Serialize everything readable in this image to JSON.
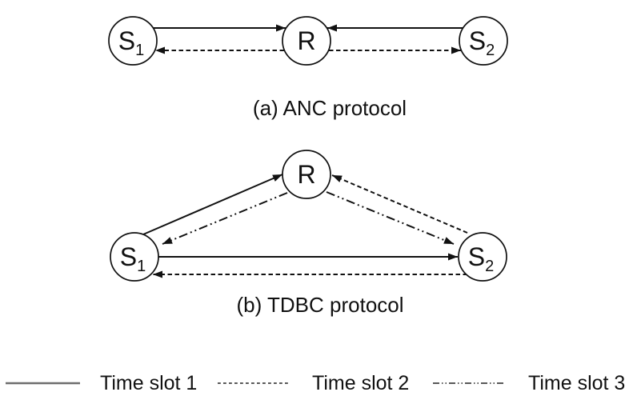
{
  "colors": {
    "ink": "#111111",
    "legend_rule": "#6e6e6e",
    "background": "#ffffff"
  },
  "figure_a": {
    "caption": "(a) ANC protocol",
    "nodes": {
      "s1": {
        "main": "S",
        "sub": "1"
      },
      "r": {
        "main": "R"
      },
      "s2": {
        "main": "S",
        "sub": "2"
      }
    },
    "links": [
      {
        "from": "S1",
        "to": "R",
        "time_slot": 1,
        "style": "solid"
      },
      {
        "from": "S2",
        "to": "R",
        "time_slot": 1,
        "style": "solid"
      },
      {
        "from": "R",
        "to": "S1",
        "time_slot": 2,
        "style": "dashed"
      },
      {
        "from": "R",
        "to": "S2",
        "time_slot": 2,
        "style": "dashed"
      }
    ]
  },
  "figure_b": {
    "caption": "(b) TDBC protocol",
    "nodes": {
      "s1": {
        "main": "S",
        "sub": "1"
      },
      "r": {
        "main": "R"
      },
      "s2": {
        "main": "S",
        "sub": "2"
      }
    },
    "links": [
      {
        "from": "S1",
        "to": "R",
        "time_slot": 1,
        "style": "solid"
      },
      {
        "from": "S1",
        "to": "S2",
        "time_slot": 1,
        "style": "solid"
      },
      {
        "from": "S2",
        "to": "R",
        "time_slot": 2,
        "style": "dashed"
      },
      {
        "from": "S2",
        "to": "S1",
        "time_slot": 2,
        "style": "dashed"
      },
      {
        "from": "R",
        "to": "S1",
        "time_slot": 3,
        "style": "dash-dot-dot"
      },
      {
        "from": "R",
        "to": "S2",
        "time_slot": 3,
        "style": "dash-dot-dot"
      }
    ]
  },
  "legend": {
    "items": [
      {
        "label": "Time slot 1",
        "style": "solid"
      },
      {
        "label": "Time slot 2",
        "style": "dashed"
      },
      {
        "label": "Time slot 3",
        "style": "dash-dot-dot"
      }
    ]
  }
}
